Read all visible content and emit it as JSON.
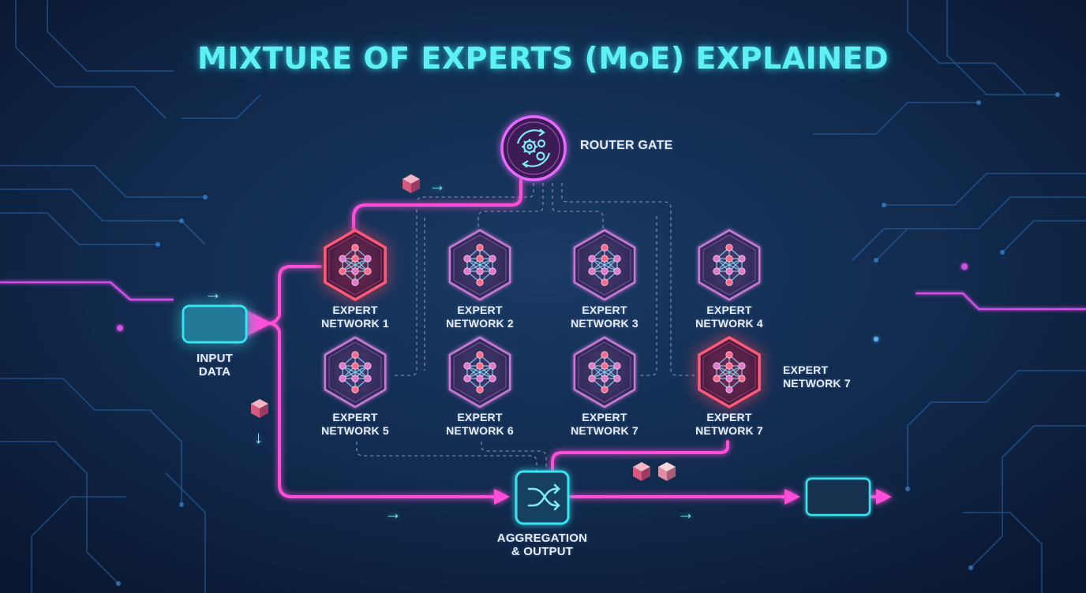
{
  "title": "MIXTURE OF EXPERTS (MoE) EXPLAINED",
  "router": {
    "label": "ROUTER GATE",
    "icon": "gears-cycle-icon"
  },
  "input": {
    "line1": "INPUT",
    "line2": "DATA"
  },
  "aggregation": {
    "line1": "AGGREGATION",
    "line2": "& OUTPUT",
    "icon": "shuffle-icon"
  },
  "experts": [
    {
      "line1": "EXPERT",
      "line2": "NETWORK 1",
      "active": true
    },
    {
      "line1": "EXPERT",
      "line2": "NETWORK 2",
      "active": false
    },
    {
      "line1": "EXPERT",
      "line2": "NETWORK 3",
      "active": false
    },
    {
      "line1": "EXPERT",
      "line2": "NETWORK 4",
      "active": false
    },
    {
      "line1": "EXPERT",
      "line2": "NETWORK 5",
      "active": false
    },
    {
      "line1": "EXPERT",
      "line2": "NETWORK 6",
      "active": false
    },
    {
      "line1": "EXPERT",
      "line2": "NETWORK 7",
      "active": false
    },
    {
      "line1": "EXPERT",
      "line2": "NETWORK 7",
      "active": true
    }
  ],
  "side_label": {
    "line1": "EXPERT",
    "line2": "NETWORK 7"
  },
  "colors": {
    "background": "#0c1a33",
    "title": "#5ff0f4",
    "active_path": "#ff4fd8",
    "active_expert": "#ff5a78",
    "inactive_expert": "#c77ad6",
    "cyan_box": "#38e3f2"
  }
}
